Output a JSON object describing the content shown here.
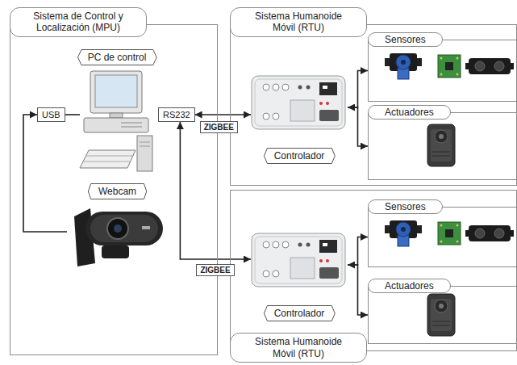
{
  "diagram": {
    "nodes": [
      {
        "text": [
          "Sistema de Control y Localización (MPU)"
        ]
      },
      {
        "text": [
          "PC de control"
        ],
        "in": 0
      },
      {
        "text": [
          "USB"
        ],
        "in": 0
      },
      {
        "text": [
          "RS232"
        ],
        "in": 0
      },
      {
        "text": [
          "Webcam"
        ],
        "in": 0
      },
      {
        "text": [
          "Sistema Humanoide Móvil (RTU)"
        ]
      },
      {
        "text": [
          "Controlador"
        ],
        "in": 5
      },
      {
        "text": [
          "Sensores"
        ],
        "in": 5
      },
      {
        "text": [
          "Actuadores"
        ],
        "in": 5
      },
      {
        "text": [
          "Sistema Humanoide Móvil (RTU)"
        ]
      },
      {
        "text": [
          "Controlador"
        ],
        "in": 9
      },
      {
        "text": [
          "Sensores"
        ],
        "in": 9
      },
      {
        "text": [
          "Actuadores"
        ],
        "in": 9
      }
    ],
    "edges": [
      {
        "from": 4,
        "to": 2,
        "arrow": "to"
      },
      {
        "from": 2,
        "to": 1,
        "arrow": "none"
      },
      {
        "from": 3,
        "to": 6,
        "label": "ZIGBEE",
        "arrow": "both"
      },
      {
        "from": 3,
        "to": 10,
        "label": "ZIGBEE",
        "arrow": "both"
      },
      {
        "from": 6,
        "to": 7,
        "arrow": "both"
      },
      {
        "from": 6,
        "to": 8,
        "arrow": "to"
      },
      {
        "from": 10,
        "to": 11,
        "arrow": "both"
      },
      {
        "from": 10,
        "to": 12,
        "arrow": "to"
      }
    ]
  }
}
